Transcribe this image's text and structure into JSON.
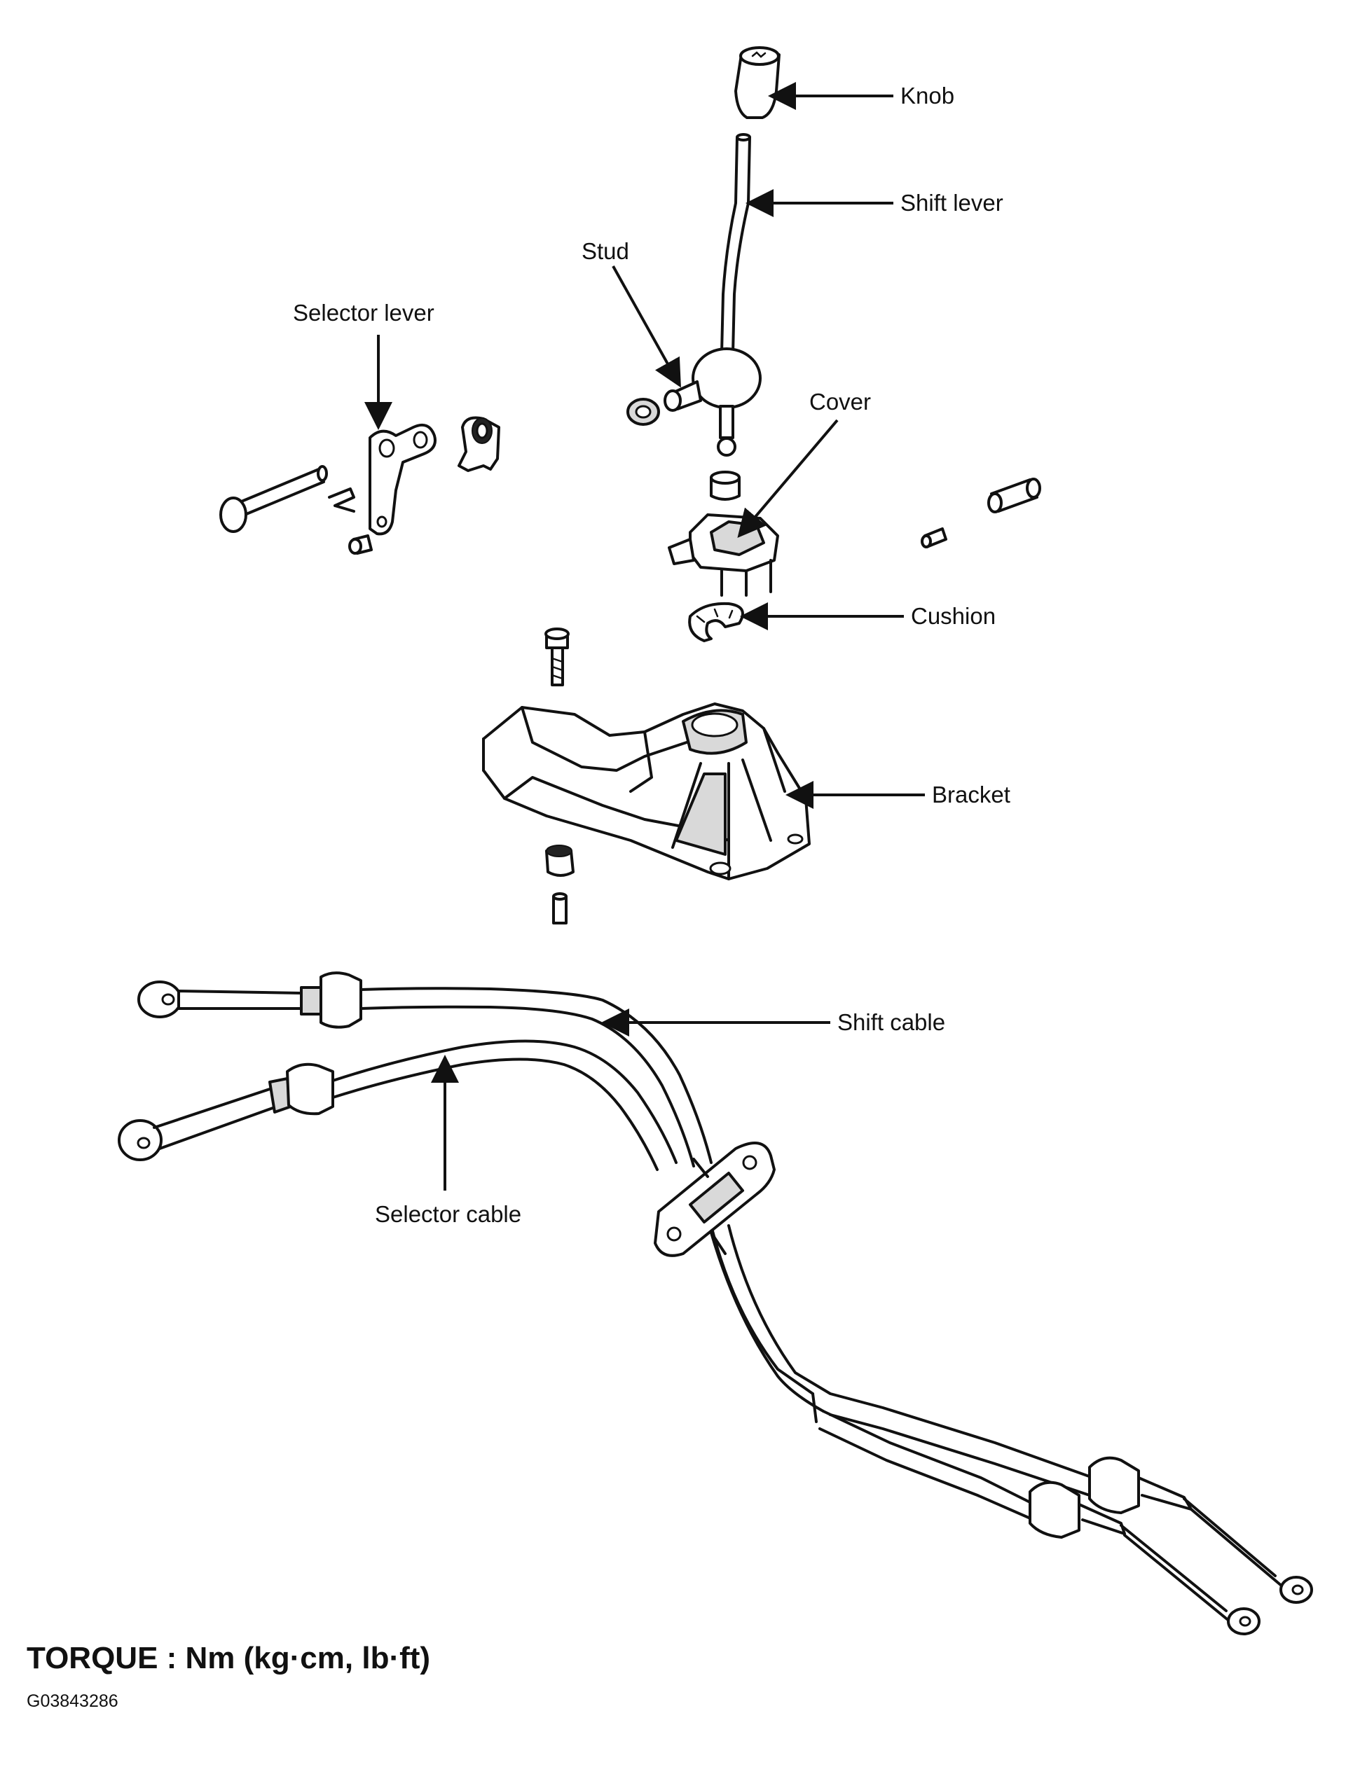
{
  "labels": {
    "knob": "Knob",
    "shift_lever": "Shift lever",
    "stud": "Stud",
    "selector_lever": "Selector lever",
    "cover": "Cover",
    "cushion": "Cushion",
    "bracket": "Bracket",
    "shift_cable": "Shift cable",
    "selector_cable": "Selector cable"
  },
  "footer": {
    "torque": "TORQUE : Nm (kg·cm, lb·ft)",
    "figure_code": "G03843286"
  }
}
